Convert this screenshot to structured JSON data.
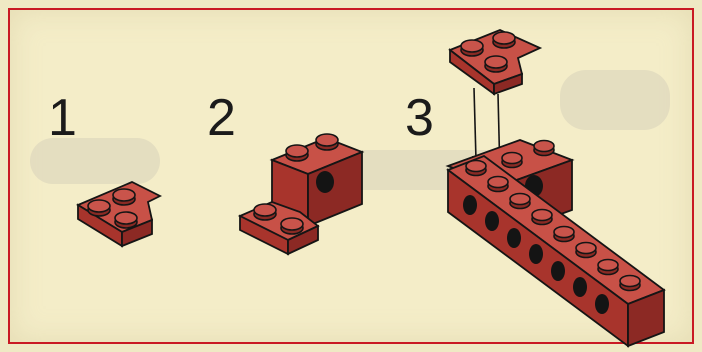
{
  "steps": [
    {
      "number": "1"
    },
    {
      "number": "2"
    },
    {
      "number": "3"
    }
  ],
  "colors": {
    "background": "#f4edc8",
    "border": "#c91a24",
    "brick": "#b0392f",
    "text": "#1b1b1b"
  }
}
